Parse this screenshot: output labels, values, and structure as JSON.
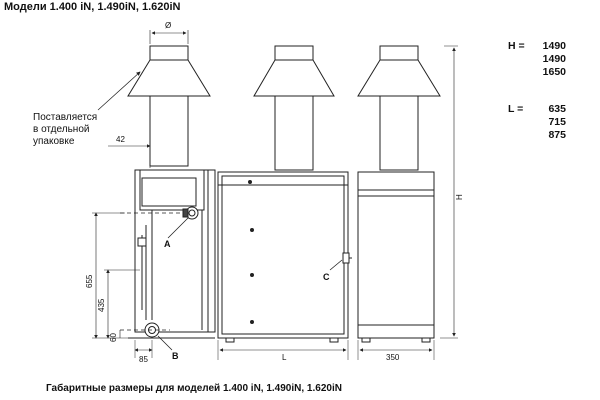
{
  "header": {
    "title": "Модели 1.400 iN, 1.490iN, 1.620iN"
  },
  "footer": {
    "caption": "Габаритные размеры для моделей 1.400 iN, 1.490iN, 1.620iN"
  },
  "note": {
    "lines": [
      "Поставляется",
      "в отдельной",
      "упаковке"
    ]
  },
  "dimensions": {
    "h_label": "H =",
    "h_values": [
      "1490",
      "1490",
      "1650"
    ],
    "l_label": "L =",
    "l_values": [
      "635",
      "715",
      "875"
    ]
  },
  "drawing_labels": {
    "diameter": "Ø",
    "d42": "42",
    "d655": "655",
    "d435": "435",
    "d60": "60",
    "d85": "85",
    "A": "A",
    "B": "B",
    "C": "C",
    "L": "L",
    "H": "H",
    "d350": "350"
  }
}
